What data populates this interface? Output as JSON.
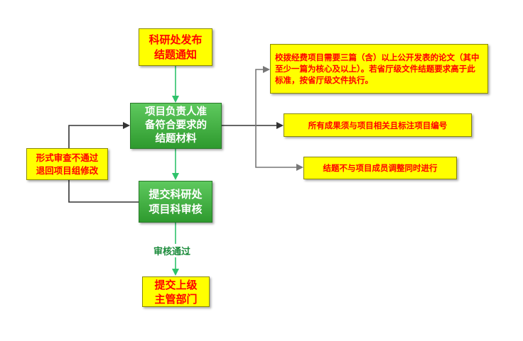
{
  "nodes": {
    "start": "科研处发布\n结题通知",
    "prepare": "项目负责人准\n备符合要求的\n结题材料",
    "review": "提交科研处\n项目科审核",
    "submit": "提交上级\n主管部门",
    "reject": "形式审查不通过\n退回项目组修改"
  },
  "notes": {
    "requirement": "校拨经费项目需要三篇（含）以上公开发表的论文（其中至少一篇为核心及以上）。若省厅级文件结题要求高于此标准，按省厅级文件执行。",
    "label": "所有成果须与项目相关且标注项目编号",
    "members": "结题不与项目成员调整同时进行"
  },
  "edges": {
    "pass": "审核通过"
  },
  "colors": {
    "green_arrow": "#2ec26a",
    "dark_arrow": "#333333",
    "gray_arrow": "#777777",
    "box_yellow": "#ffff00",
    "box_red_text": "#ff0000"
  }
}
